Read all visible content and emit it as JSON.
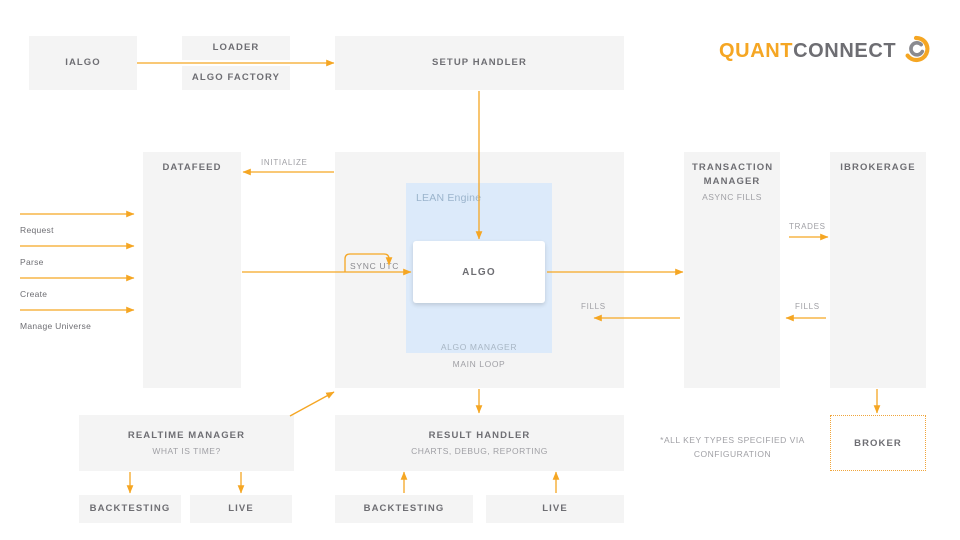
{
  "brand": {
    "name_part1": "QUANT",
    "name_part2": "CONNECT",
    "accent_color": "#f5a623",
    "text_color": "#6e6e73",
    "logo_icon": "quantconnect-spiral-icon"
  },
  "colors": {
    "arrow": "#f5a623",
    "box_fill": "#f4f4f4",
    "lean_fill": "#dceafa",
    "title_text": "#6e6e73",
    "sub_text": "#a0a0a5"
  },
  "nodes": {
    "ialgo": {
      "title": "IALGO"
    },
    "loader": {
      "title": "LOADER"
    },
    "algo_factory": {
      "title": "ALGO FACTORY"
    },
    "setup_handler": {
      "title": "SETUP HANDLER"
    },
    "datafeed": {
      "title": "DATAFEED"
    },
    "lean_engine": {
      "title": "LEAN Engine"
    },
    "algo": {
      "title": "ALGO"
    },
    "algo_manager": {
      "title": "ALGO MANAGER"
    },
    "main_loop": {
      "title": "MAIN LOOP"
    },
    "transaction_manager": {
      "title": "TRANSACTION MANAGER",
      "subtitle": "ASYNC FILLS"
    },
    "ibrokerage": {
      "title": "IBROKERAGE"
    },
    "realtime_manager": {
      "title": "REALTIME MANAGER",
      "subtitle": "WHAT IS TIME?"
    },
    "result_handler": {
      "title": "RESULT HANDLER",
      "subtitle": "CHARTS, DEBUG, REPORTING"
    },
    "broker": {
      "title": "BROKER"
    },
    "rt_backtesting": {
      "title": "BACKTESTING"
    },
    "rt_live": {
      "title": "LIVE"
    },
    "rh_backtesting": {
      "title": "BACKTESTING"
    },
    "rh_live": {
      "title": "LIVE"
    }
  },
  "edge_labels": {
    "initialize": "INITIALIZE",
    "sync_utc": "SYNC UTC",
    "trades": "TRADES",
    "fills_brokerage": "FILLS",
    "fills_engine": "FILLS"
  },
  "side_inputs": [
    {
      "label": "Request"
    },
    {
      "label": "Parse"
    },
    {
      "label": "Create"
    },
    {
      "label": "Manage Universe"
    }
  ],
  "footnote": {
    "line1": "*ALL KEY TYPES SPECIFIED VIA",
    "line2": "CONFIGURATION"
  }
}
